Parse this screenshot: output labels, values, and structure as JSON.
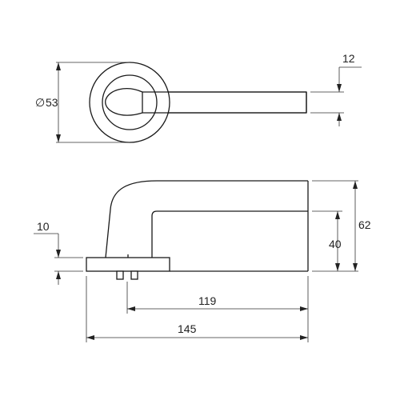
{
  "drawing": {
    "dimensions": {
      "diameter_symbol": "∅",
      "rose_diameter": "53",
      "lever_thickness": "12",
      "lever_height": "62",
      "lever_inner_height": "40",
      "rose_thickness": "10",
      "spindle_to_tip": "119",
      "overall_length": "145"
    }
  }
}
